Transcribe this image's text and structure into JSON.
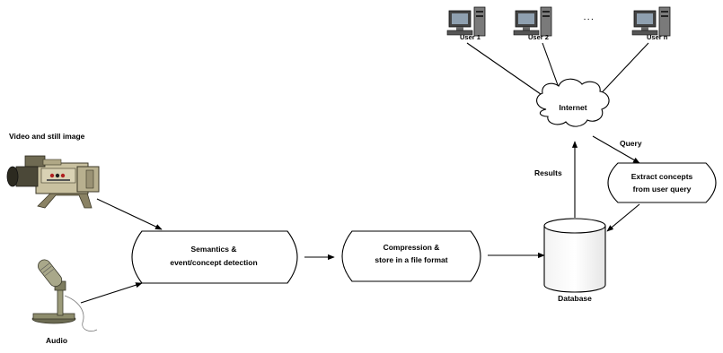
{
  "inputs": {
    "video_label": "Video and still image",
    "audio_label": "Audio"
  },
  "nodes": {
    "semantics_line1": "Semantics &",
    "semantics_line2": "event/concept detection",
    "compression_line1": "Compression &",
    "compression_line2": "store in a file format",
    "extract_line1": "Extract concepts",
    "extract_line2": "from user query",
    "internet": "Internet",
    "database": "Database"
  },
  "users": [
    "User 1",
    "User 2",
    "User n"
  ],
  "ellipsis": ". . .",
  "edge_labels": {
    "query": "Query",
    "results": "Results"
  },
  "icons": [
    "video-camera-icon",
    "microphone-icon",
    "computer-icon",
    "cloud-icon",
    "cylinder-icon"
  ]
}
